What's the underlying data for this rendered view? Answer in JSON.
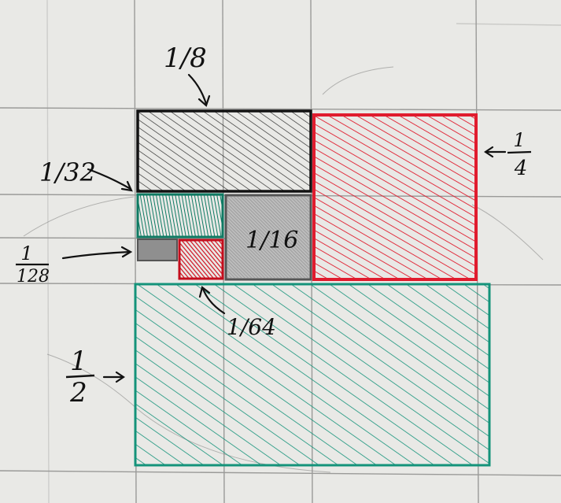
{
  "labels": {
    "half": {
      "num": "1",
      "den": "2"
    },
    "quarter": {
      "num": "1",
      "den": "4"
    },
    "eighth": "1/8",
    "sixteenth": "1/16",
    "thirty_second": "1/32",
    "sixty_fourth": "1/64",
    "one_twenty_eighth": {
      "num": "1",
      "den": "128"
    }
  },
  "colors": {
    "paper": "#e9e9e6",
    "grid": "#9a9a98",
    "ink": "#111111",
    "green": "#14937a",
    "red": "#e01c2e",
    "gray": "#7a7a7a"
  }
}
